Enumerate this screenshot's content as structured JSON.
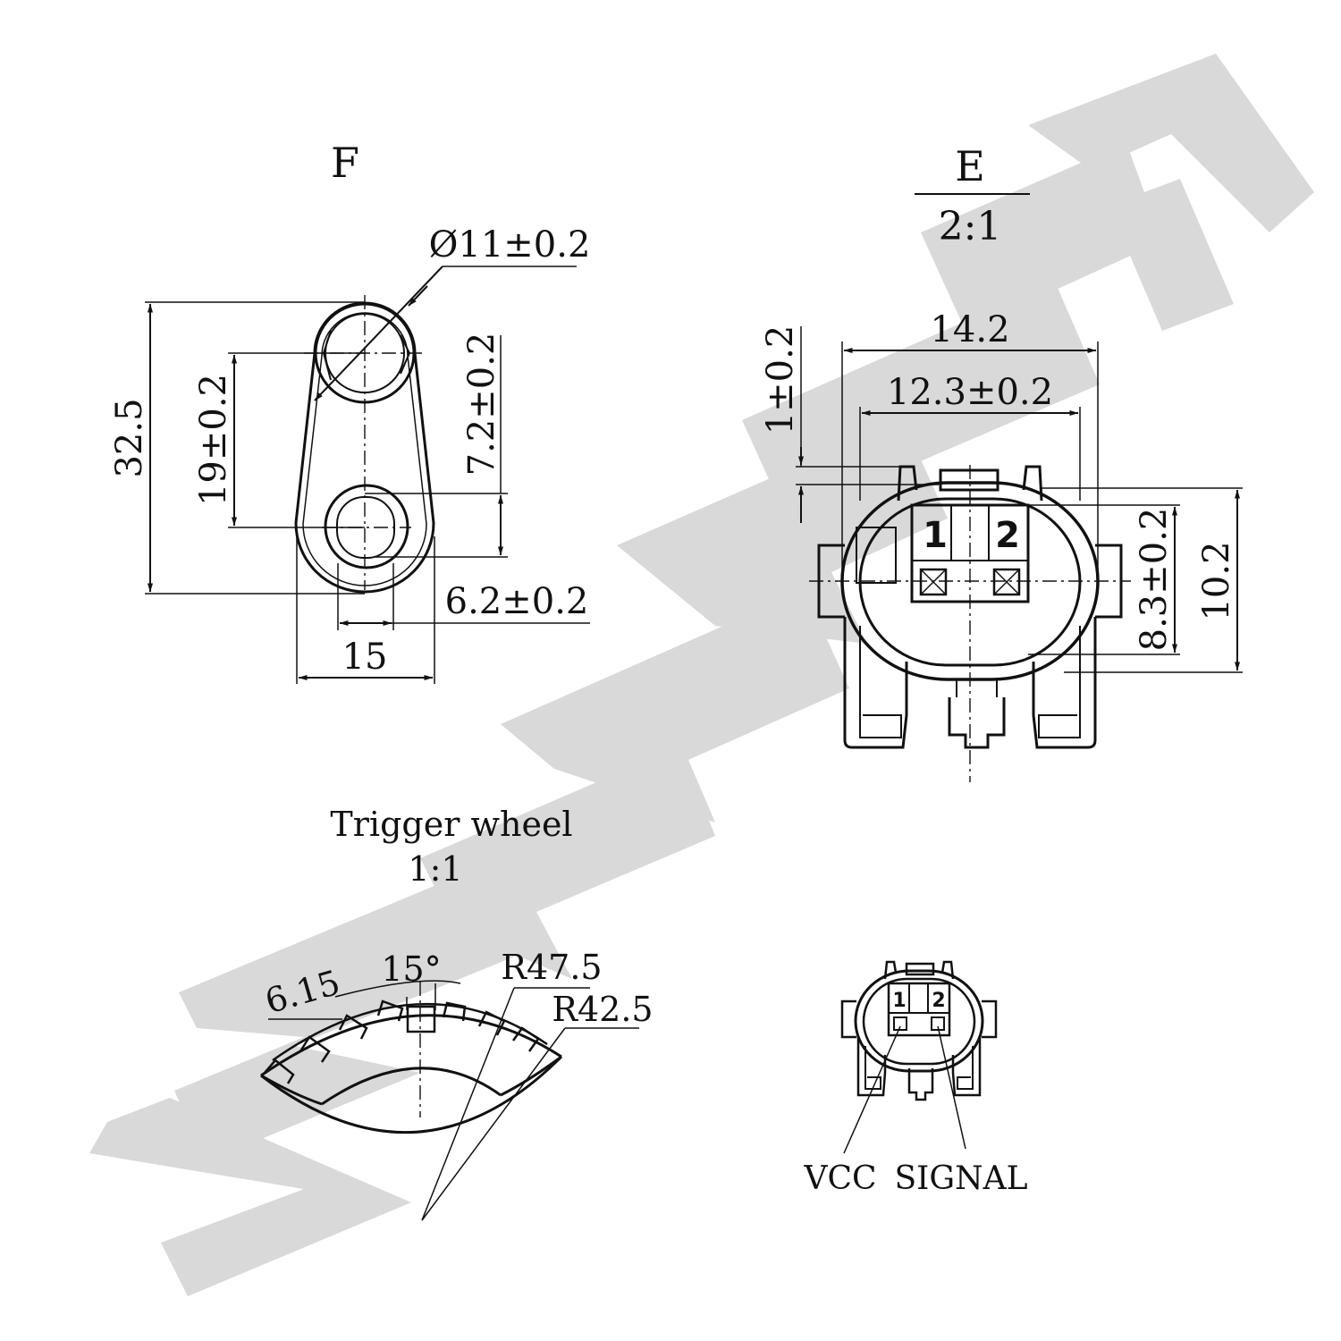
{
  "watermark": {
    "text": "YZENMEK",
    "color": "#d9d9d9"
  },
  "view_f": {
    "label": "F",
    "dims": {
      "hole_dia": "Ø11±0.2",
      "overall_height": "32.5",
      "center_distance": "19±0.2",
      "lower_offset": "7.2±0.2",
      "hole_width": "6.2±0.2",
      "overall_width": "15"
    }
  },
  "view_e": {
    "label": "E",
    "scale": "2:1",
    "pins": [
      "1",
      "2"
    ],
    "dims": {
      "outer_width": "14.2",
      "inner_width": "12.3±0.2",
      "top_step": "1±0.2",
      "inner_height": "8.3±0.2",
      "outer_height": "10.2"
    }
  },
  "trigger_wheel": {
    "title": "Trigger wheel",
    "scale": "1:1",
    "dims": {
      "tooth_width": "6.15",
      "tooth_angle": "15°",
      "outer_radius": "R47.5",
      "inner_radius": "R42.5"
    }
  },
  "pinout": {
    "pins": [
      "1",
      "2"
    ],
    "labels": {
      "pin1": "VCC",
      "pin2": "SIGNAL"
    }
  }
}
